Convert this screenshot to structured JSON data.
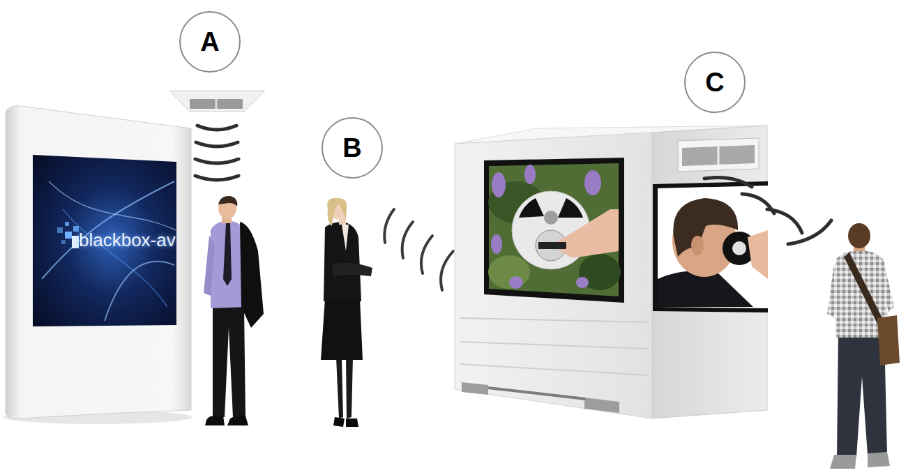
{
  "diagram": {
    "nodes": [
      {
        "text": [
          "A"
        ]
      },
      {
        "text": [
          "B"
        ]
      },
      {
        "text": [
          "C"
        ]
      },
      {
        "text": [
          "blackbox-av"
        ]
      }
    ]
  }
}
